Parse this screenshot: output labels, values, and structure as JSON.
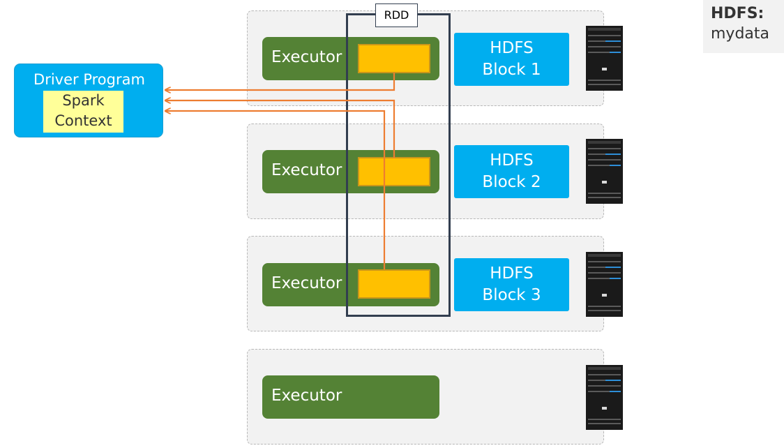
{
  "driver": {
    "title": "Driver Program",
    "context_line1": "Spark",
    "context_line2": "Context"
  },
  "rdd": {
    "label": "RDD"
  },
  "hdfs_file": {
    "title": "HDFS:",
    "filename": "mydata"
  },
  "nodes": [
    {
      "executor_label": "Executor",
      "block_line1": "HDFS",
      "block_line2": "Block 1"
    },
    {
      "executor_label": "Executor",
      "block_line1": "HDFS",
      "block_line2": "Block 2"
    },
    {
      "executor_label": "Executor",
      "block_line1": "HDFS",
      "block_line2": "Block 3"
    },
    {
      "executor_label": "Executor"
    }
  ],
  "colors": {
    "executor": "#548235",
    "partition": "#ffc000",
    "hdfs_block": "#00aeef",
    "driver": "#00aeef",
    "spark_context": "#ffff99",
    "arrow": "#ed7d31",
    "rdd_border": "#323e4f",
    "node_bg": "#f2f2f2"
  },
  "icons": {
    "server": "server-rack-icon"
  }
}
